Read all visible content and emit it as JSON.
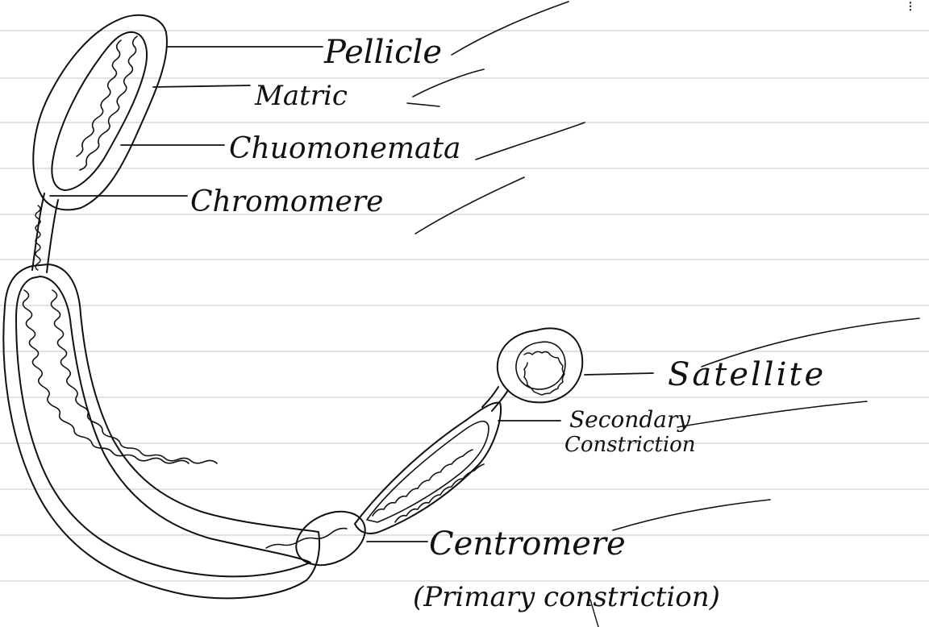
{
  "labels": {
    "pellicle": "Pellicle",
    "matrix": "Matric",
    "chromonemata": "Chuomonemata",
    "chromomere": "Chromomere",
    "satellite": "Satellite",
    "secondary_line1": "Secondary",
    "secondary_line2": "Constriction",
    "centromere": "Centromere",
    "primary": "(Primary constriction)"
  },
  "colors": {
    "ink": "#111111",
    "ruling": "#bdbdbd",
    "paper": "#ffffff"
  }
}
